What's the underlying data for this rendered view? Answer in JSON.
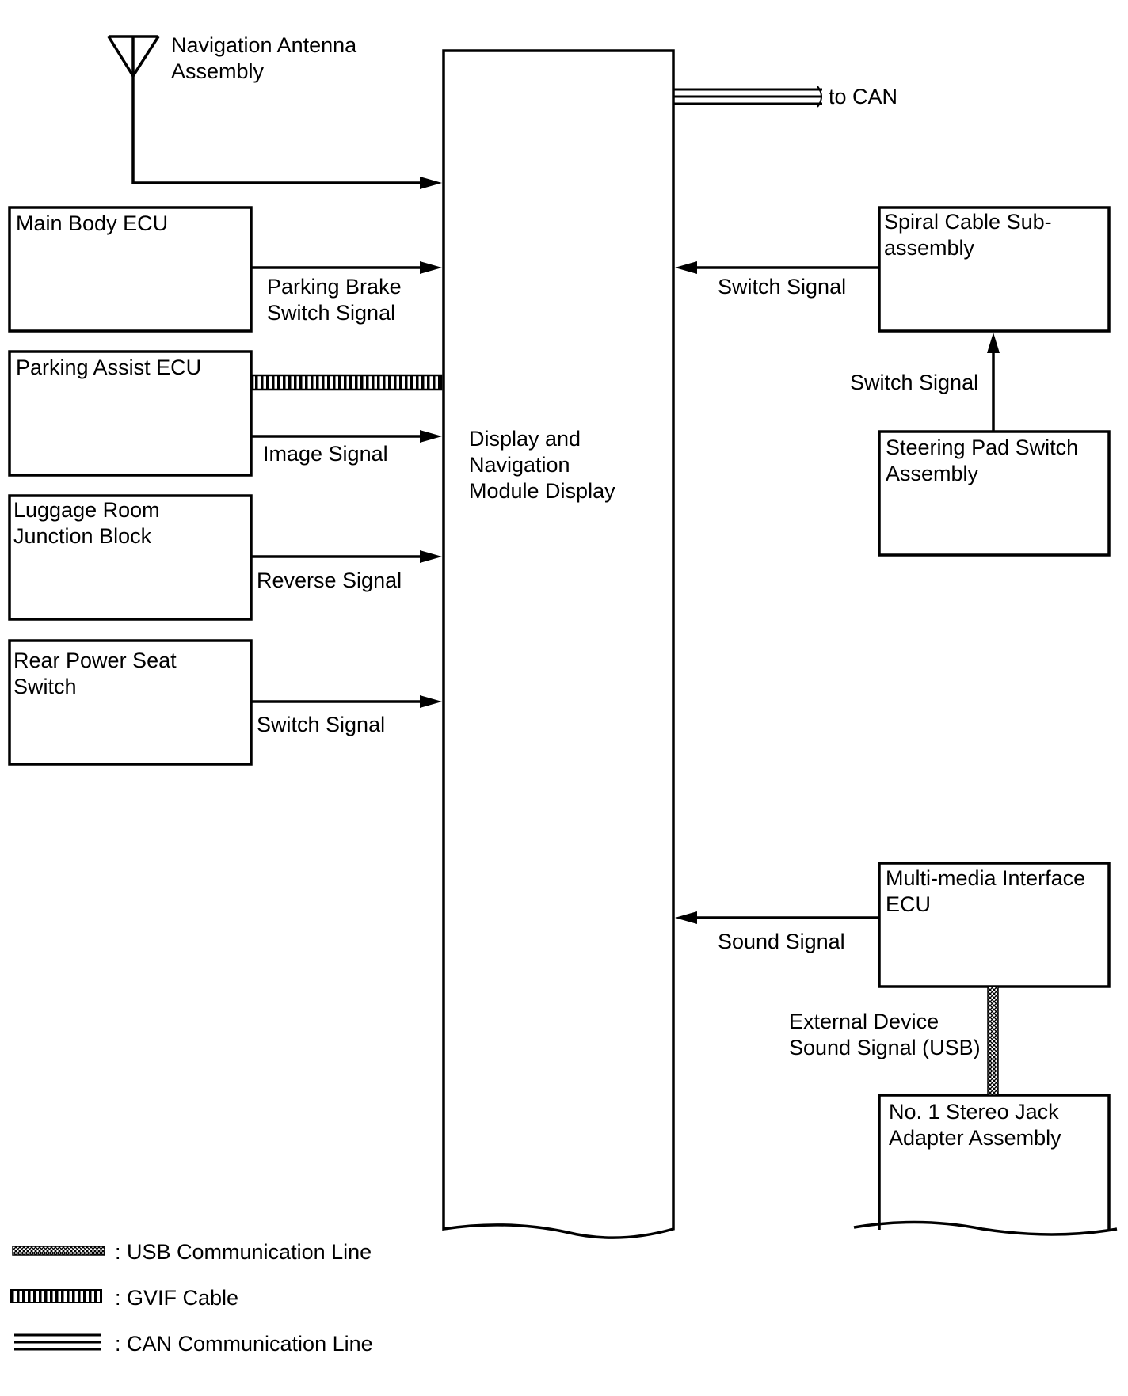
{
  "diagram": {
    "antenna": {
      "line1": "Navigation Antenna",
      "line2": "Assembly"
    },
    "main_unit": {
      "line1": "Display and",
      "line2": "Navigation",
      "line3": "Module Display"
    },
    "to_can": "to CAN",
    "left_boxes": {
      "main_body_ecu": {
        "line1": "Main Body ECU"
      },
      "parking_assist_ecu": {
        "line1": "Parking Assist ECU"
      },
      "luggage_room_jb": {
        "line1": "Luggage Room",
        "line2": "Junction Block"
      },
      "rear_power_seat": {
        "line1": "Rear Power Seat",
        "line2": "Switch"
      }
    },
    "left_signals": {
      "parking_brake": {
        "line1": "Parking Brake",
        "line2": "Switch Signal"
      },
      "image": "Image Signal",
      "reverse": "Reverse Signal",
      "rear_seat_switch": "Switch Signal"
    },
    "right_boxes": {
      "spiral_cable": {
        "line1": "Spiral Cable Sub-",
        "line2": "assembly"
      },
      "steering_pad": {
        "line1": "Steering Pad Switch",
        "line2": "Assembly"
      },
      "multimedia_ecu": {
        "line1": "Multi-media Interface",
        "line2": "ECU"
      },
      "stereo_jack": {
        "line1": "No. 1 Stereo Jack",
        "line2": "Adapter Assembly"
      }
    },
    "right_signals": {
      "spiral_switch": "Switch Signal",
      "steering_switch": "Switch Signal",
      "sound": "Sound Signal",
      "external": {
        "line1": "External Device",
        "line2": "Sound Signal (USB)"
      }
    },
    "legend": {
      "usb": ": USB Communication Line",
      "gvif": ": GVIF Cable",
      "can": ": CAN Communication Line"
    }
  }
}
